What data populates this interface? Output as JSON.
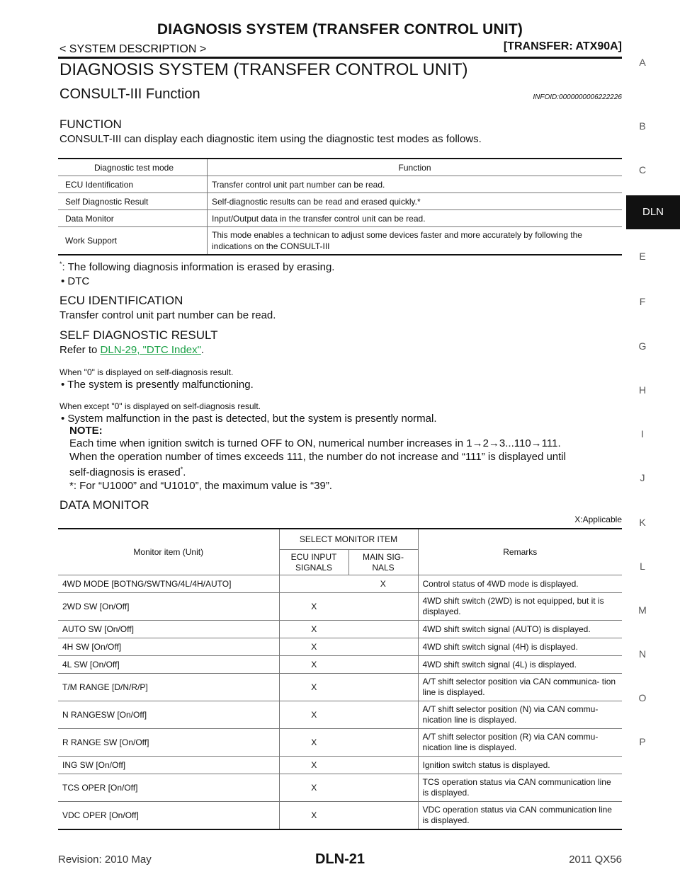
{
  "header": {
    "title": "DIAGNOSIS SYSTEM (TRANSFER CONTROL UNIT)",
    "breadcrumb": "< SYSTEM DESCRIPTION >",
    "section": "[TRANSFER: ATX90A]"
  },
  "side_index": {
    "letters": [
      "A",
      "B",
      "C",
      "DLN",
      "E",
      "F",
      "G",
      "H",
      "I",
      "J",
      "K",
      "L",
      "M",
      "N",
      "O",
      "P"
    ],
    "active": "DLN"
  },
  "doc": {
    "main_title": "DIAGNOSIS SYSTEM (TRANSFER CONTROL UNIT)",
    "subtitle": "CONSULT-III Function",
    "infoid": "INFOID:0000000006222226",
    "function_heading": "FUNCTION",
    "function_text": "CONSULT-III can display each diagnostic item using the diagnostic test modes as follows.",
    "t1_headers": [
      "Diagnostic test mode",
      "Function"
    ],
    "t1_rows": [
      [
        "ECU Identification",
        "Transfer control unit part number can be read."
      ],
      [
        "Self Diagnostic Result",
        "Self-diagnostic results can be read and erased quickly.*"
      ],
      [
        "Data Monitor",
        "Input/Output data in the transfer control unit can be read."
      ],
      [
        "Work Support",
        "This mode enables a technican to adjust some devices faster and more accurately by following the indications on the CONSULT-III"
      ]
    ],
    "erase_note_mark": "*",
    "erase_note": ": The following diagnosis information is erased by erasing.",
    "erase_item": "DTC",
    "ecu_heading": "ECU IDENTIFICATION",
    "ecu_text": "Transfer control unit part number can be read.",
    "sdr_heading": "SELF DIAGNOSTIC RESULT",
    "sdr_refer": "Refer to ",
    "sdr_link": "DLN-29, \"DTC Index\"",
    "sdr_period": ".",
    "when0": "When \"0\" is displayed on self-diagnosis result.",
    "when0_item": "The system is presently malfunctioning.",
    "whenex": "When except \"0\" is displayed on self-diagnosis result.",
    "whenex_item": "System malfunction in the past is detected, but the system is presently normal.",
    "note_label": "NOTE:",
    "note_line1": "Each time when ignition switch is turned OFF to ON, numerical number increases in 1→2→3...110→111.",
    "note_line2": "When the operation number of times exceeds 111, the number do not increase and “111” is displayed until",
    "note_line3": "self-diagnosis is erased",
    "note_line3_sup": "*",
    "note_line3_end": ".",
    "note_line4": "*: For “U1000” and “U1010”, the maximum value is “39”.",
    "dm_heading": "DATA MONITOR",
    "applicable": "X:Applicable",
    "t2_head": {
      "monitor": "Monitor item (Unit)",
      "select": "SELECT MONITOR ITEM",
      "ecu_input": "ECU INPUT SIGNALS",
      "main_sig": "MAIN SIG- NALS",
      "remarks": "Remarks"
    },
    "t2_rows": [
      {
        "item": "4WD MODE [BOTNG/SWTNG/4L/4H/AUTO]",
        "ecu": "",
        "main": "X",
        "remarks": "Control status of 4WD mode is displayed."
      },
      {
        "item": "2WD SW [On/Off]",
        "ecu": "X",
        "main": "",
        "remarks": "4WD shift switch (2WD) is not equipped, but it is displayed."
      },
      {
        "item": "AUTO SW [On/Off]",
        "ecu": "X",
        "main": "",
        "remarks": "4WD shift switch signal (AUTO) is displayed."
      },
      {
        "item": "4H SW [On/Off]",
        "ecu": "X",
        "main": "",
        "remarks": "4WD shift switch signal (4H) is displayed."
      },
      {
        "item": "4L SW [On/Off]",
        "ecu": "X",
        "main": "",
        "remarks": "4WD shift switch signal (4L) is displayed."
      },
      {
        "item": "T/M RANGE [D/N/R/P]",
        "ecu": "X",
        "main": "",
        "remarks": "A/T shift selector position via CAN communica- tion line is displayed."
      },
      {
        "item": "N RANGESW [On/Off]",
        "ecu": "X",
        "main": "",
        "remarks": "A/T shift selector position (N) via CAN commu- nication line is displayed."
      },
      {
        "item": "R RANGE SW [On/Off]",
        "ecu": "X",
        "main": "",
        "remarks": "A/T shift selector position (R) via CAN commu- nication line is displayed."
      },
      {
        "item": "ING SW [On/Off]",
        "ecu": "X",
        "main": "",
        "remarks": "Ignition switch status is displayed."
      },
      {
        "item": "TCS OPER [On/Off]",
        "ecu": "X",
        "main": "",
        "remarks": "TCS operation status via CAN communication line is displayed."
      },
      {
        "item": "VDC OPER [On/Off]",
        "ecu": "X",
        "main": "",
        "remarks": "VDC operation status via CAN communication line is displayed."
      }
    ]
  },
  "footer": {
    "revision": "Revision: 2010 May",
    "page": "DLN-21",
    "model": "2011 QX56"
  }
}
